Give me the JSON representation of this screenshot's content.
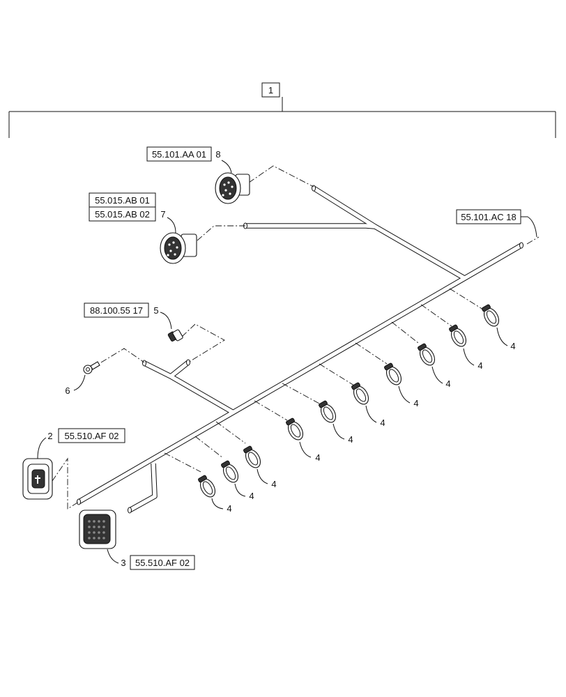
{
  "callouts": {
    "assembly": "1",
    "clamp": "4",
    "connector_2": "2",
    "connector_3": "3",
    "item_5": "5",
    "item_6": "6",
    "connector_7": "7",
    "connector_8": "8"
  },
  "references": {
    "ref_8": "55.101.AA 01",
    "ref_7a": "55.015.AB 01",
    "ref_7b": "55.015.AB 02",
    "ref_5": "88.100.55 17",
    "ref_2": "55.510.AF 02",
    "ref_3": "55.510.AF 02",
    "ref_end": "55.101.AC 18"
  }
}
